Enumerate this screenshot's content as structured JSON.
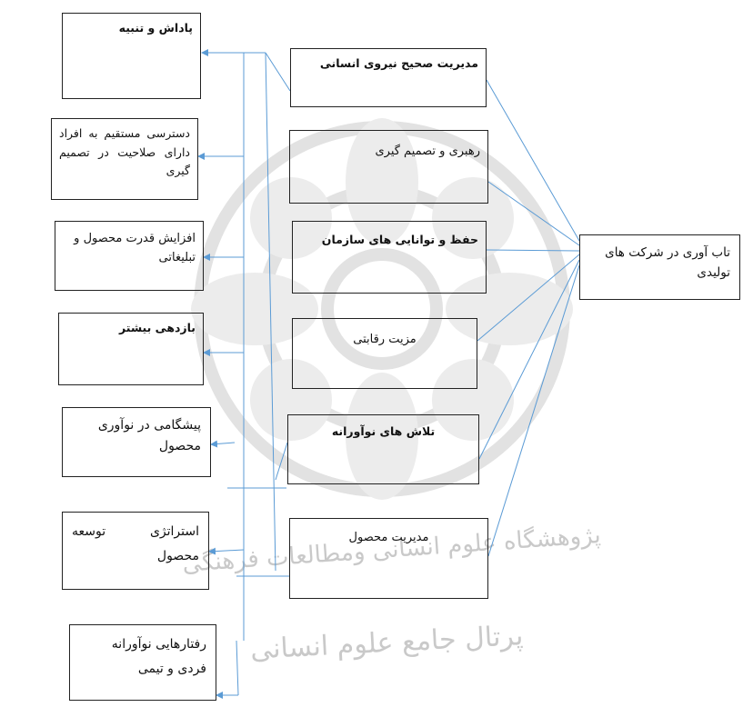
{
  "center_box": {
    "text": "تاب آوری در شرکت های تولیدی"
  },
  "middle_boxes": [
    {
      "text": "مدیریت صحیح نیروی انسانی"
    },
    {
      "text": "رهبری و تصمیم گیری"
    },
    {
      "text": "حفظ و توانایی های سازمان"
    },
    {
      "text": "مزیت رقابتی"
    },
    {
      "text": "تلاش های نوآورانه"
    },
    {
      "text": "مدیریت محصول"
    }
  ],
  "outcome_boxes": [
    {
      "text": "پاداش و تنبیه"
    },
    {
      "text": "دسترسی مستقیم به افراد دارای صلاحیت در تصمیم گیری"
    },
    {
      "text": "افزایش قدرت محصول و تبلیغاتی"
    },
    {
      "text": "بازدهی بیشتر"
    },
    {
      "text": "پیشگامی در نوآوری محصول"
    },
    {
      "text": "استراتژی توسعه محصول"
    },
    {
      "text": "رفتارهایی نوآورانه فردی و تیمی"
    }
  ],
  "watermark": {
    "line1": "پژوهشگاه علوم انسانی ومطالعات فرهنگی",
    "line2": "پرتال جامع علوم انسانی"
  },
  "colors": {
    "line": "#5b9bd5",
    "border": "#222222",
    "watermark": "#c9c9c9"
  }
}
